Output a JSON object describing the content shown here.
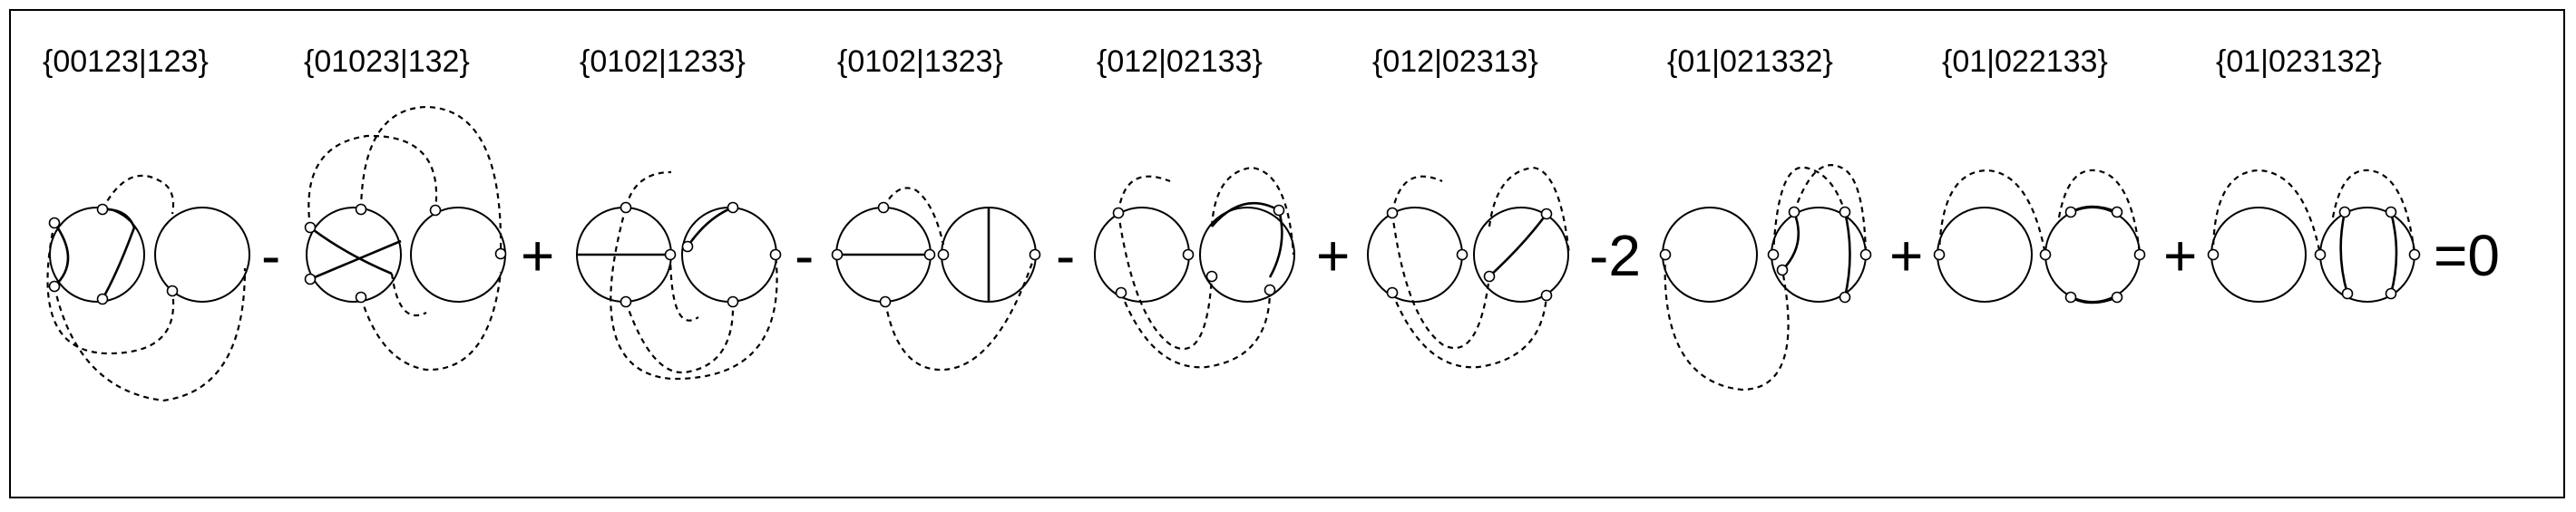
{
  "terms": [
    {
      "label": "{00123|123}"
    },
    {
      "label": "{01023|132}"
    },
    {
      "label": "{0102|1233}"
    },
    {
      "label": "{0102|1323}"
    },
    {
      "label": "{012|02133}"
    },
    {
      "label": "{012|02313}"
    },
    {
      "label": "{01|021332}"
    },
    {
      "label": "{01|022133}"
    },
    {
      "label": "{01|023132}"
    }
  ],
  "operators": [
    "-",
    "+",
    "-",
    "-",
    "+",
    "-2",
    "+",
    "+"
  ],
  "result": "=0"
}
